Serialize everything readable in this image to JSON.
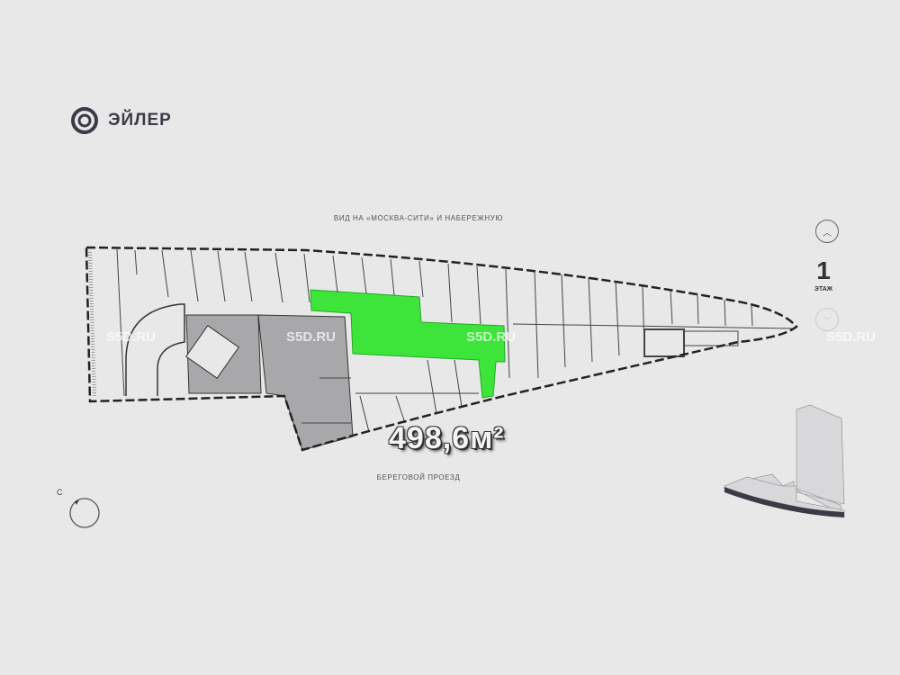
{
  "brand": {
    "name": "ЭЙЛЕР"
  },
  "plan": {
    "top_label": "ВИД НА «МОСКВА-СИТИ» И НАБЕРЕЖНУЮ",
    "bottom_label": "БЕРЕГОВОЙ ПРОЕЗД",
    "selected_area": "498,6м²",
    "watermark": "S5D.RU",
    "highlight_color": "#3de53a",
    "occupied_color": "#a8a8aa"
  },
  "floor": {
    "number": "1",
    "label": "ЭТАЖ",
    "up_icon": "chevron-up",
    "down_icon": "chevron-down"
  },
  "compass": {
    "label": "С"
  }
}
